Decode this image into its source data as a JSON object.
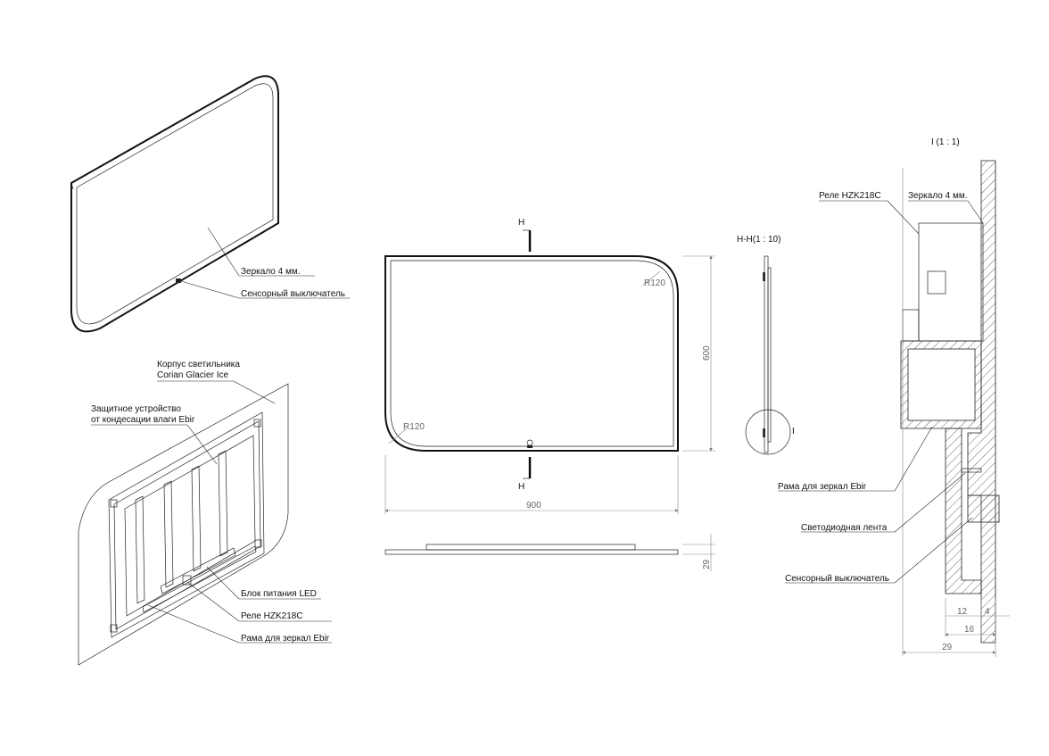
{
  "views": {
    "iso_front": {
      "labels": [
        "Зеркало 4 мм.",
        "Сенсорный выключатель"
      ]
    },
    "iso_back": {
      "labels": [
        "Корпус светильника",
        "Corian Glacier Ice",
        "Защитное устройство",
        "от кондесации влаги Ebir",
        "Блок питания LED",
        "Реле HZK218C",
        "Рама для зеркал Ebir"
      ]
    },
    "front": {
      "radius_top": "R120",
      "radius_bottom": "R120",
      "width": "900",
      "height": "600",
      "section_mark_top": "H",
      "section_mark_bottom": "H"
    },
    "bottom": {
      "depth": "29"
    },
    "section_hh": {
      "title": "H-H(1 : 10)",
      "detail_mark": "I"
    },
    "detail_i": {
      "title": "I  (1 : 1)",
      "labels": [
        "Реле HZK218C",
        "Зеркало 4 мм.",
        "Рама для зеркал Ebir",
        "Светодиодная лента",
        "Сенсорный выключатель"
      ],
      "dims": [
        "12",
        "4",
        "16",
        "29"
      ]
    }
  }
}
